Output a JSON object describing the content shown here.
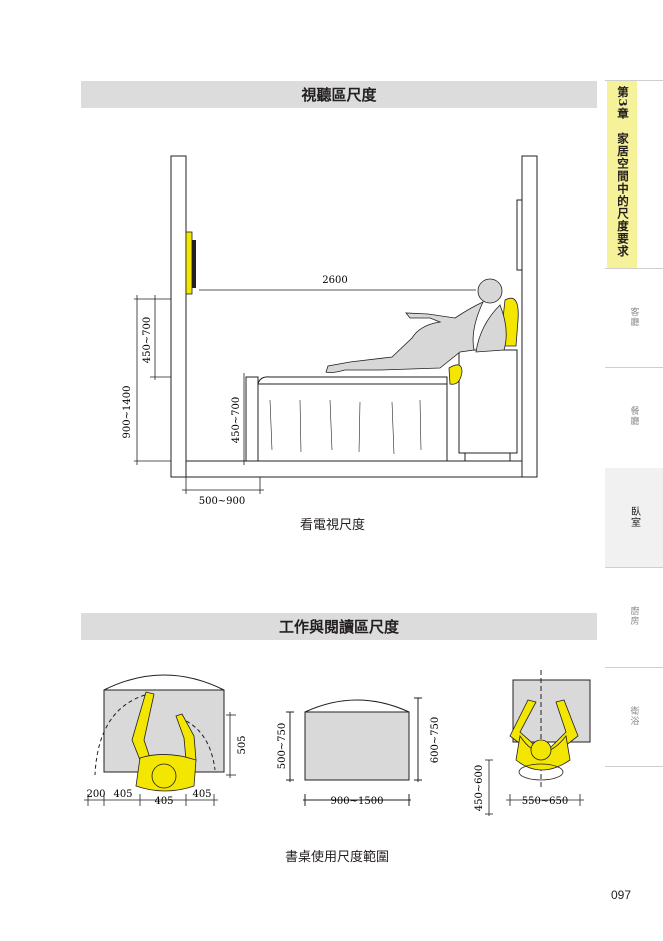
{
  "section1": {
    "title": "視聽區尺度",
    "caption": "看電視尺度",
    "dims": {
      "tv_distance": "2600",
      "tv_height": "900~1400",
      "tv_range": "450~700",
      "bed_height": "450~700",
      "wall_gap": "500~900"
    }
  },
  "section2": {
    "title": "工作與閱讀區尺度",
    "caption": "書桌使用尺度範圍",
    "fig1": {
      "d1": "200",
      "d2": "405",
      "d3": "405",
      "d4": "405",
      "depth": "505"
    },
    "fig2": {
      "width": "900~1500",
      "left_h": "500~750",
      "right_h": "600~750"
    },
    "fig3": {
      "width": "550~650",
      "seat": "450~600"
    }
  },
  "sidebar": {
    "chapter": "第3章　家居空間中的尺度要求",
    "tabs": [
      {
        "label": "客廳",
        "active": false
      },
      {
        "label": "餐廳",
        "active": false
      },
      {
        "label": "臥室",
        "active": true
      },
      {
        "label": "廚房",
        "active": false
      },
      {
        "label": "衛浴",
        "active": false
      }
    ]
  },
  "page_number": "097",
  "colors": {
    "accent_yellow": "#f3e600",
    "band_gray": "#dcdcdd",
    "chapter_bg": "#f6f29a"
  }
}
